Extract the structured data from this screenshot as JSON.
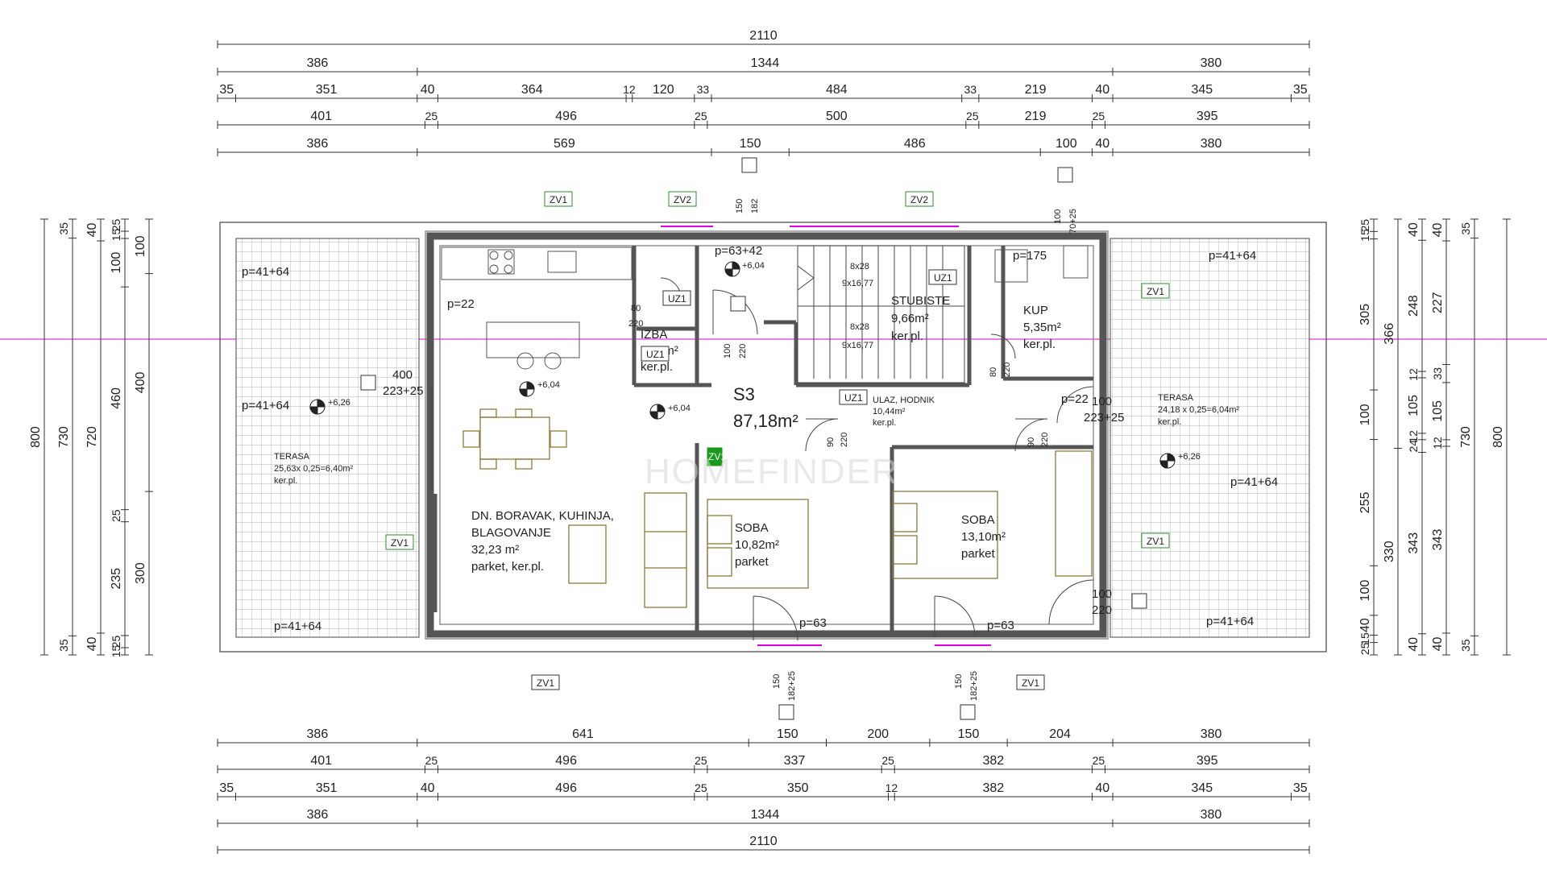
{
  "colors": {
    "wall": "#555555",
    "line": "#333333",
    "furniture": "#8b7a3a",
    "accent": "#e000e0",
    "tag_border": "#2e8b2e",
    "terrace_grid": "#9a9a9a"
  },
  "apartment": {
    "name": "S3",
    "area": "87,18m²"
  },
  "rooms": [
    {
      "id": "living",
      "lines": [
        "DN. BORAVAK, KUHINJA,",
        "BLAGOVANJE",
        "32,23 m²",
        "parket, ker.pl."
      ]
    },
    {
      "id": "izba",
      "lines": [
        "IZBA",
        "2,88m²",
        "ker.pl."
      ]
    },
    {
      "id": "stair",
      "lines": [
        "STUBISTE",
        "9,66m²",
        "ker.pl."
      ]
    },
    {
      "id": "kup",
      "lines": [
        "KUP",
        "5,35m²",
        "ker.pl."
      ]
    },
    {
      "id": "hall",
      "lines": [
        "ULAZ, HODNIK",
        "10,44m²",
        "ker.pl."
      ]
    },
    {
      "id": "soba1",
      "lines": [
        "SOBA",
        "10,82m²",
        "parket"
      ]
    },
    {
      "id": "soba2",
      "lines": [
        "SOBA",
        "13,10m²",
        "parket"
      ]
    },
    {
      "id": "terrace-left",
      "lines": [
        "TERASA",
        "25,63x 0,25=6,40m²",
        "ker.pl."
      ]
    },
    {
      "id": "terrace-right",
      "lines": [
        "TERASA",
        "24,18 x 0,25=6,04m²",
        "ker.pl."
      ]
    }
  ],
  "floor_notes": [
    "p=41+64",
    "p=41+64",
    "p=41+64",
    "p=22",
    "p=63+42",
    "p=175",
    "p=41+64",
    "p=41+64",
    "p=41+64",
    "p=22",
    "p=63",
    "p=63"
  ],
  "levels": [
    "+6,04",
    "+6,04",
    "+6,04",
    "+6,26",
    "+6,26"
  ],
  "stair_notes": [
    "8x28",
    "9x16,77",
    "8x28",
    "9x16,77"
  ],
  "opening_notes": [
    "80",
    "220",
    "100",
    "220",
    "400",
    "223+25",
    "80",
    "220",
    "100",
    "223+25",
    "90",
    "220",
    "90",
    "220",
    "100",
    "220",
    "150",
    "182",
    "100",
    "70+25",
    "150",
    "182+25",
    "150",
    "182+25"
  ],
  "tags": [
    "ZV1",
    "ZV2",
    "ZV2",
    "UZ1",
    "UZ1",
    "UZ1",
    "UZ1",
    "ZV1",
    "ZV1",
    "ZV1",
    "ZV1",
    "ZV1",
    "ZV1"
  ],
  "top_dims": [
    [
      "2110"
    ],
    [
      "386",
      "1344",
      "380"
    ],
    [
      "35",
      "351",
      "40",
      "364",
      "12",
      "120",
      "33",
      "484",
      "33",
      "219",
      "40",
      "345",
      "35"
    ],
    [
      "401",
      "25",
      "496",
      "25",
      "500",
      "25",
      "219",
      "25",
      "395"
    ],
    [
      "386",
      "569",
      "150",
      "486",
      "100",
      "40",
      "380"
    ]
  ],
  "bottom_dims": [
    [
      "386",
      "641",
      "150",
      "200",
      "150",
      "204",
      "380"
    ],
    [
      "401",
      "25",
      "496",
      "25",
      "337",
      "25",
      "382",
      "25",
      "395"
    ],
    [
      "35",
      "351",
      "40",
      "496",
      "25",
      "350",
      "12",
      "382",
      "40",
      "345",
      "35"
    ],
    [
      "386",
      "1344",
      "380"
    ],
    [
      "2110"
    ]
  ],
  "left_dims": [
    [
      "800"
    ],
    [
      "35",
      "730",
      "35"
    ],
    [
      "40",
      "720",
      "40"
    ],
    [
      "25",
      "15",
      "100",
      "460",
      "25",
      "235",
      "25",
      "15"
    ],
    [
      "100",
      "400",
      "300"
    ]
  ],
  "right_dims": [
    [
      "25",
      "15",
      "305",
      "100",
      "255",
      "100",
      "40",
      "15",
      "25"
    ],
    [
      "366",
      "330"
    ],
    [
      "40",
      "248",
      "12",
      "105",
      "12",
      "24",
      "343",
      "40"
    ],
    [
      "40",
      "227",
      "33",
      "105",
      "12",
      "343",
      "40"
    ],
    [
      "35",
      "730",
      "35"
    ],
    [
      "800"
    ]
  ],
  "watermark": "HOMEFINDER"
}
